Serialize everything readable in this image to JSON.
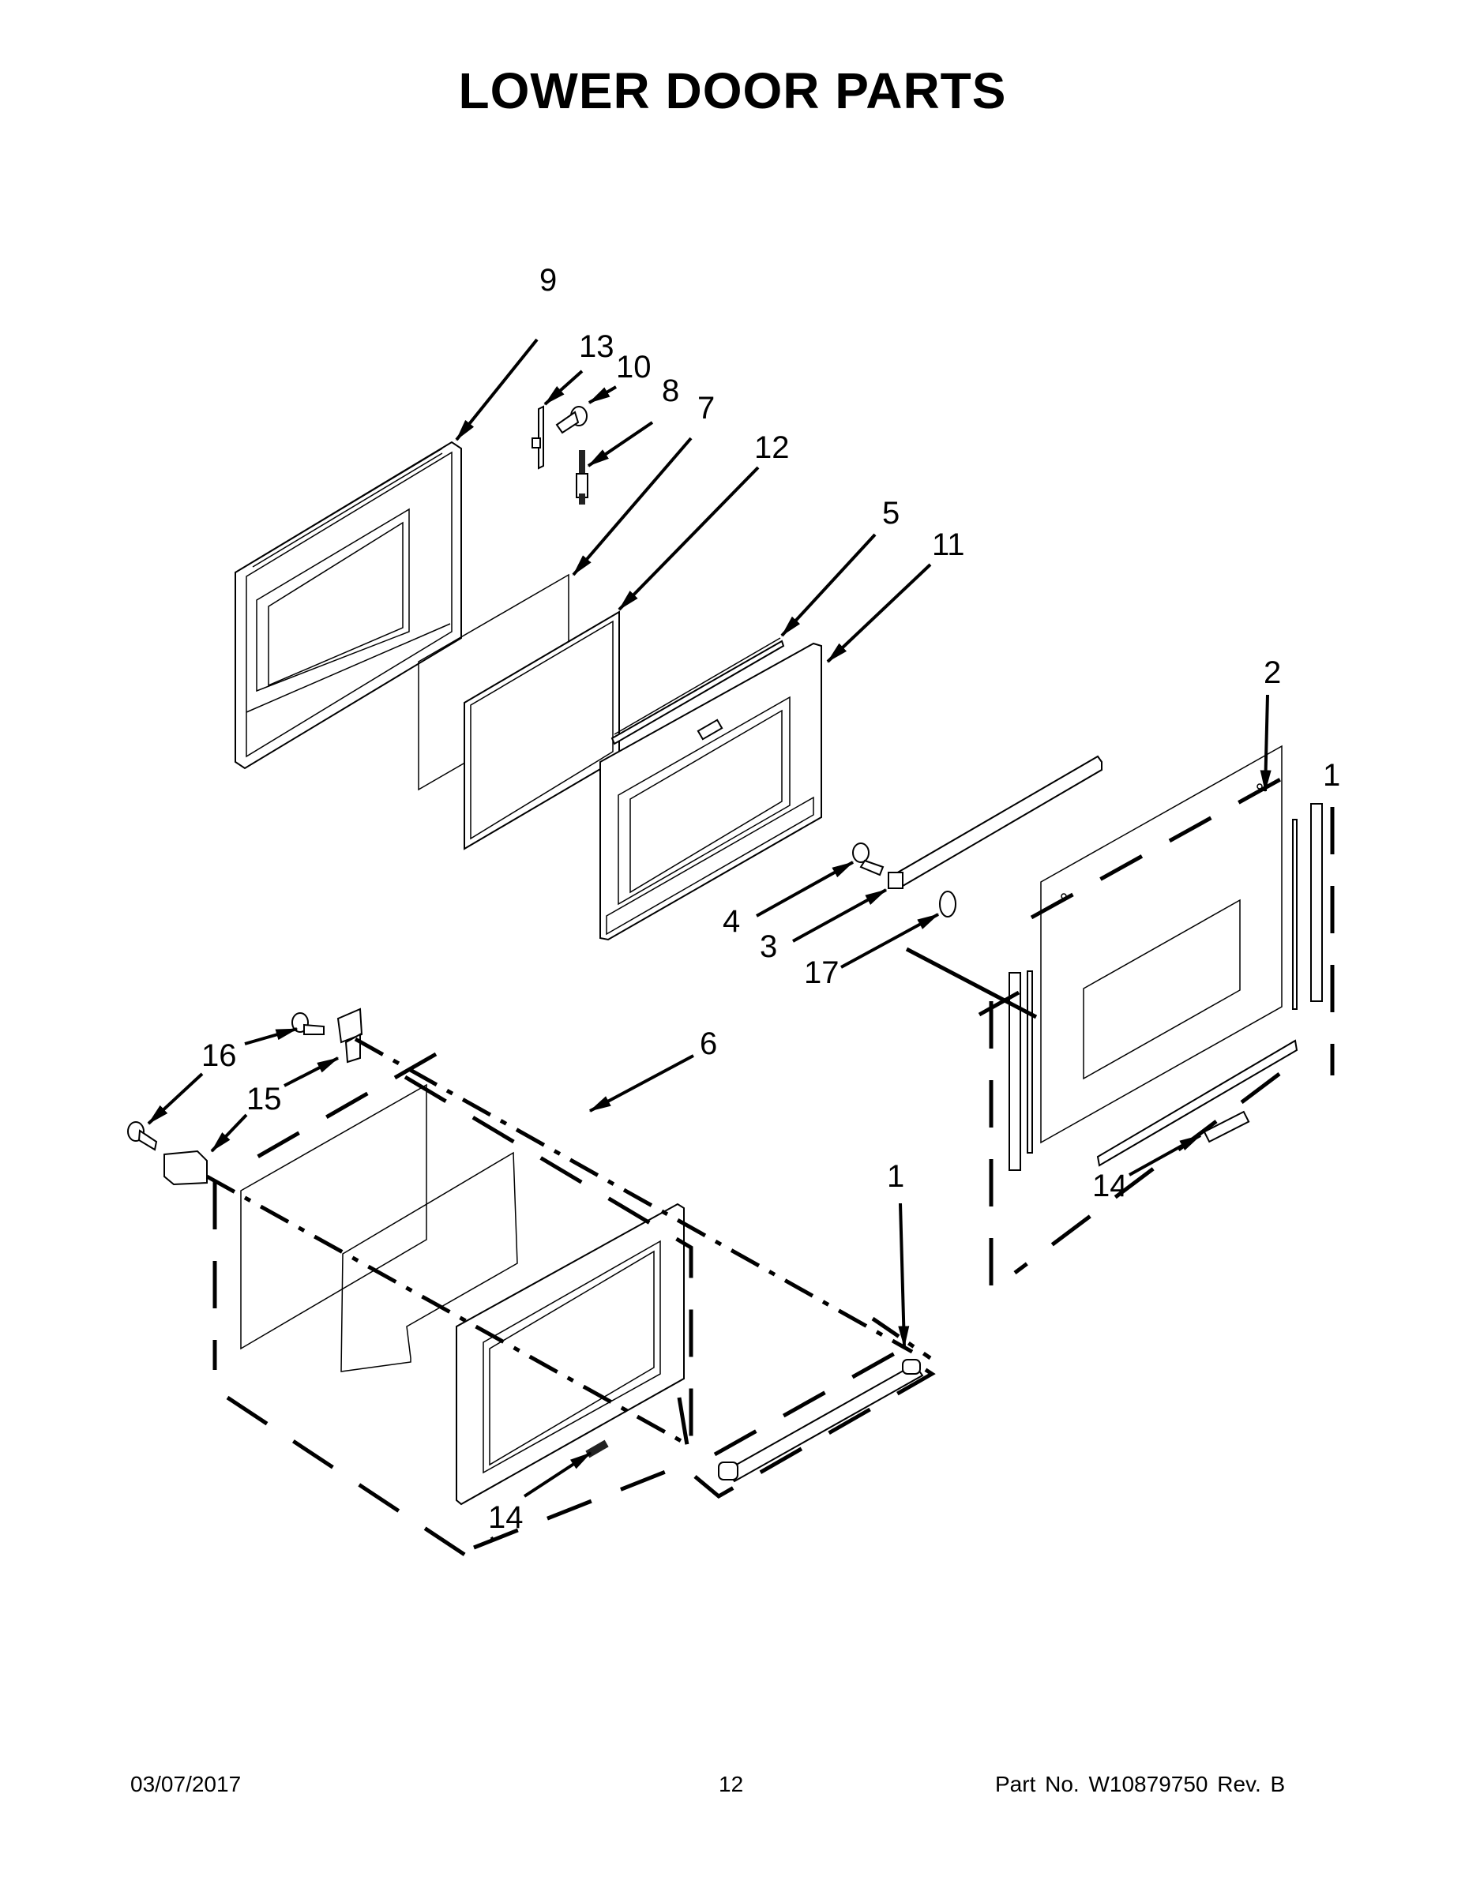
{
  "page": {
    "title": "LOWER DOOR PARTS",
    "footer": {
      "date": "03/07/2017",
      "page_number": "12",
      "part_number": "Part No.  W10879750  Rev.  B"
    }
  },
  "diagram": {
    "type": "exploded-parts-view",
    "callouts": [
      {
        "id": "c9",
        "label": "9",
        "part": "inner-door-liner"
      },
      {
        "id": "c13",
        "label": "13",
        "part": "bracket"
      },
      {
        "id": "c10",
        "label": "10",
        "part": "screw"
      },
      {
        "id": "c8",
        "label": "8",
        "part": "door-switch-actuator"
      },
      {
        "id": "c7",
        "label": "7",
        "part": "inner-glass"
      },
      {
        "id": "c12",
        "label": "12",
        "part": "glass-gasket-frame"
      },
      {
        "id": "c5",
        "label": "5",
        "part": "top-trim"
      },
      {
        "id": "c11",
        "label": "11",
        "part": "glass-pack-frame"
      },
      {
        "id": "c2",
        "label": "2",
        "part": "outer-door-panel"
      },
      {
        "id": "c1a",
        "label": "1",
        "part": "door-assembly"
      },
      {
        "id": "c4",
        "label": "4",
        "part": "screw"
      },
      {
        "id": "c3",
        "label": "3",
        "part": "handle-end-cap"
      },
      {
        "id": "c17",
        "label": "17",
        "part": "washer"
      },
      {
        "id": "c16",
        "label": "16",
        "part": "screw"
      },
      {
        "id": "c15",
        "label": "15",
        "part": "hinge-bracket"
      },
      {
        "id": "c6",
        "label": "6",
        "part": "drawer-front-assembly"
      },
      {
        "id": "c1b",
        "label": "1",
        "part": "handle"
      },
      {
        "id": "c14a",
        "label": "14",
        "part": "badge"
      },
      {
        "id": "c14b",
        "label": "14",
        "part": "badge"
      }
    ]
  }
}
